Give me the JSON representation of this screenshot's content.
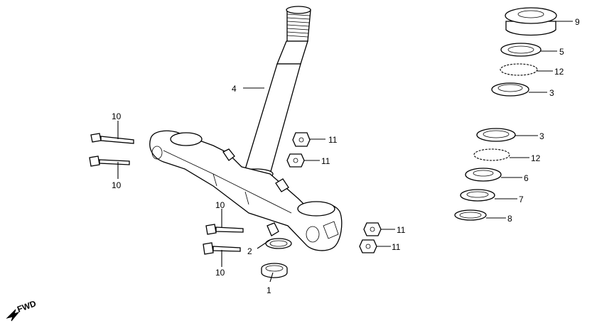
{
  "diagram": {
    "callouts": {
      "c1": "1",
      "c2": "2",
      "c3a": "3",
      "c3b": "3",
      "c4": "4",
      "c5": "5",
      "c6": "6",
      "c7": "7",
      "c8": "8",
      "c9": "9",
      "c10a": "10",
      "c10b": "10",
      "c10c": "10",
      "c10d": "10",
      "c11a": "11",
      "c11b": "11",
      "c11c": "11",
      "c11d": "11",
      "c12a": "12",
      "c12b": "12"
    },
    "direction_label": "FWD"
  }
}
